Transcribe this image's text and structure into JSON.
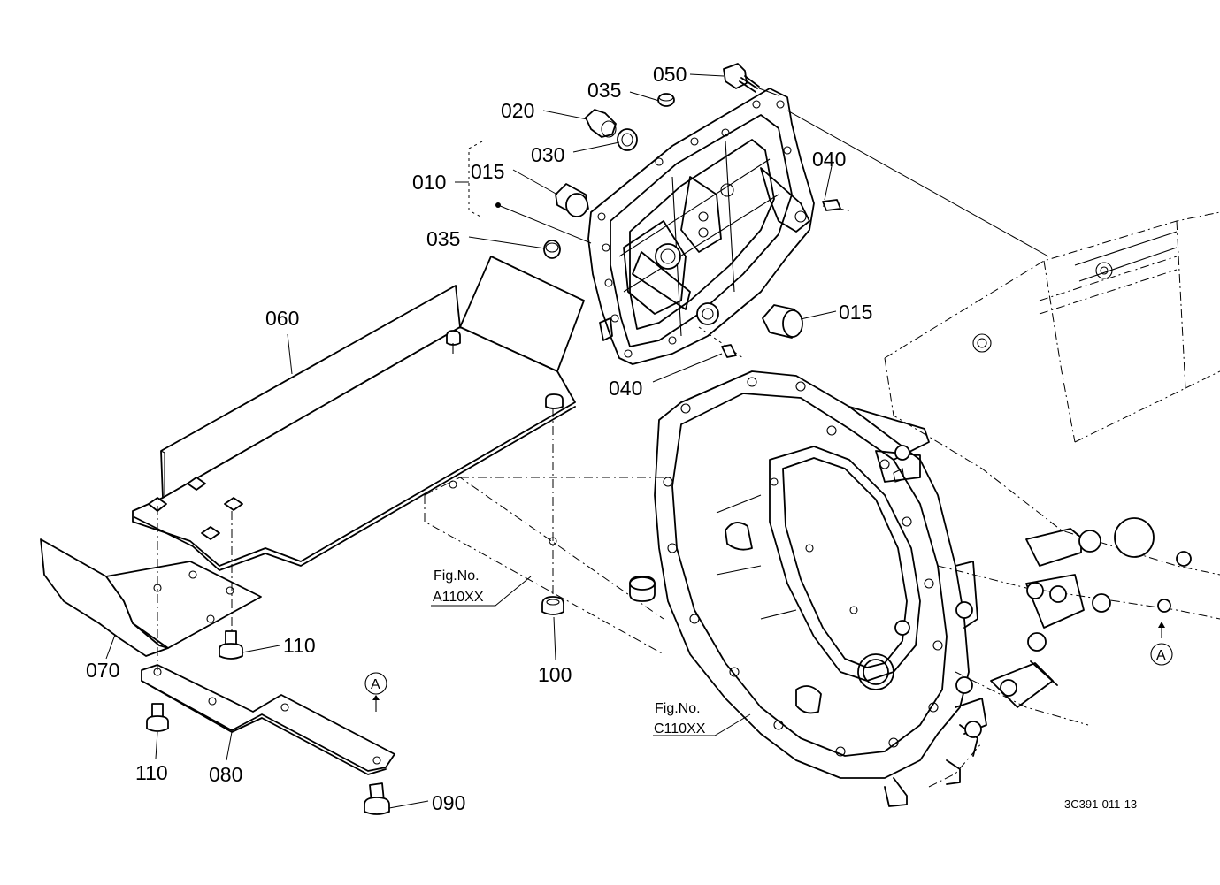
{
  "labels": {
    "p010": "010",
    "p015a": "015",
    "p015b": "015",
    "p020": "020",
    "p030": "030",
    "p035a": "035",
    "p035b": "035",
    "p040a": "040",
    "p040b": "040",
    "p050": "050",
    "p060": "060",
    "p070": "070",
    "p080": "080",
    "p090": "090",
    "p100": "100",
    "p110a": "110",
    "p110b": "110"
  },
  "refs": {
    "figA_title": "Fig.No.",
    "figA_code": "A110XX",
    "figC_title": "Fig.No.",
    "figC_code": "C110XX",
    "markerA1": "A",
    "markerA2": "A"
  },
  "drawing_id": "3C391-011-13"
}
